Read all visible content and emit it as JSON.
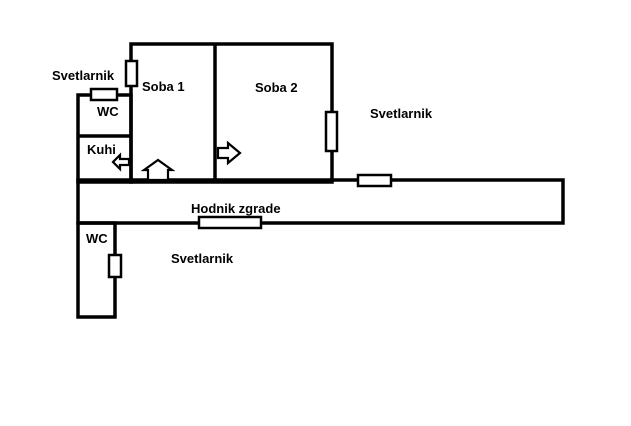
{
  "labels": {
    "skylight_top_left": "Svetlarnik",
    "wc_upper": "WC",
    "room_1": "Soba 1",
    "room_2": "Soba 2",
    "skylight_right": "Svetlarnik",
    "kitchen": "Kuhi",
    "corridor": "Hodnik zgrade",
    "wc_lower": "WC",
    "skylight_bottom": "Svetlarnik"
  }
}
